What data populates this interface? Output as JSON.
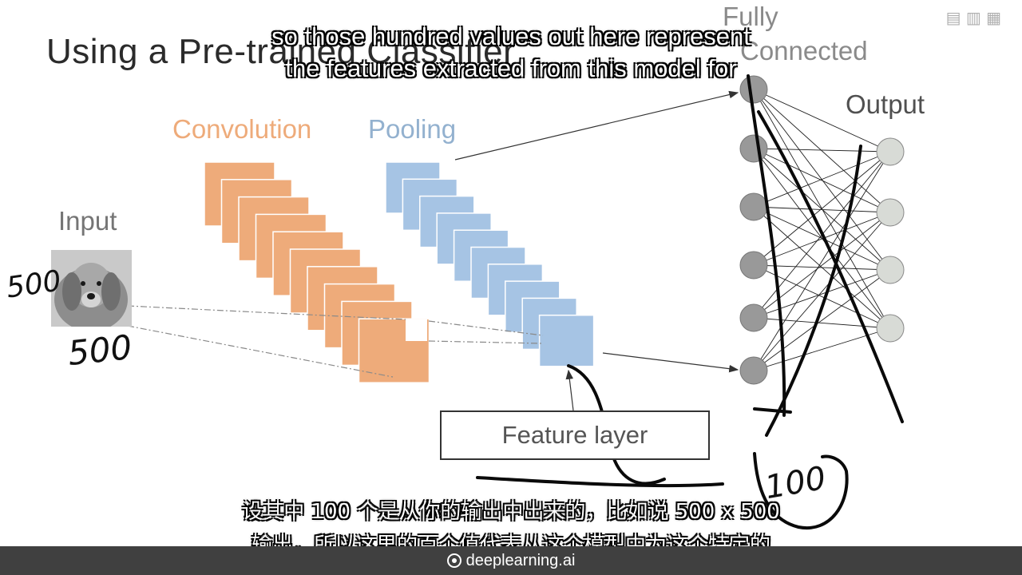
{
  "slide": {
    "title": "Using a Pre-trained Classifier",
    "labels": {
      "convolution": "Convolution",
      "pooling": "Pooling",
      "input": "Input",
      "output": "Output",
      "fully": "Fully",
      "connected": "Connected",
      "feature_layer": "Feature layer"
    },
    "colors": {
      "convolution": "#eeab7a",
      "pooling": "#a6c4e4",
      "node": "#999999",
      "output_node": "#d8dbd6"
    },
    "network": {
      "conv_layer_count": 10,
      "pool_layer_count": 10,
      "hidden_nodes": 6,
      "output_nodes": 4
    },
    "annotations": {
      "width": "500",
      "height": "500",
      "feature_count": "100"
    }
  },
  "subtitles": {
    "en_line1": "so those hundred values out here represent",
    "en_line2": "the features extracted from this model for",
    "zh_line1": "设其中 100 个是从你的输出中出来的，比如说 500 x 500",
    "zh_line2": "输出，所以这里的百个值代表从这个模型中为这个特定的"
  },
  "footer": {
    "brand": "deeplearning.ai"
  }
}
